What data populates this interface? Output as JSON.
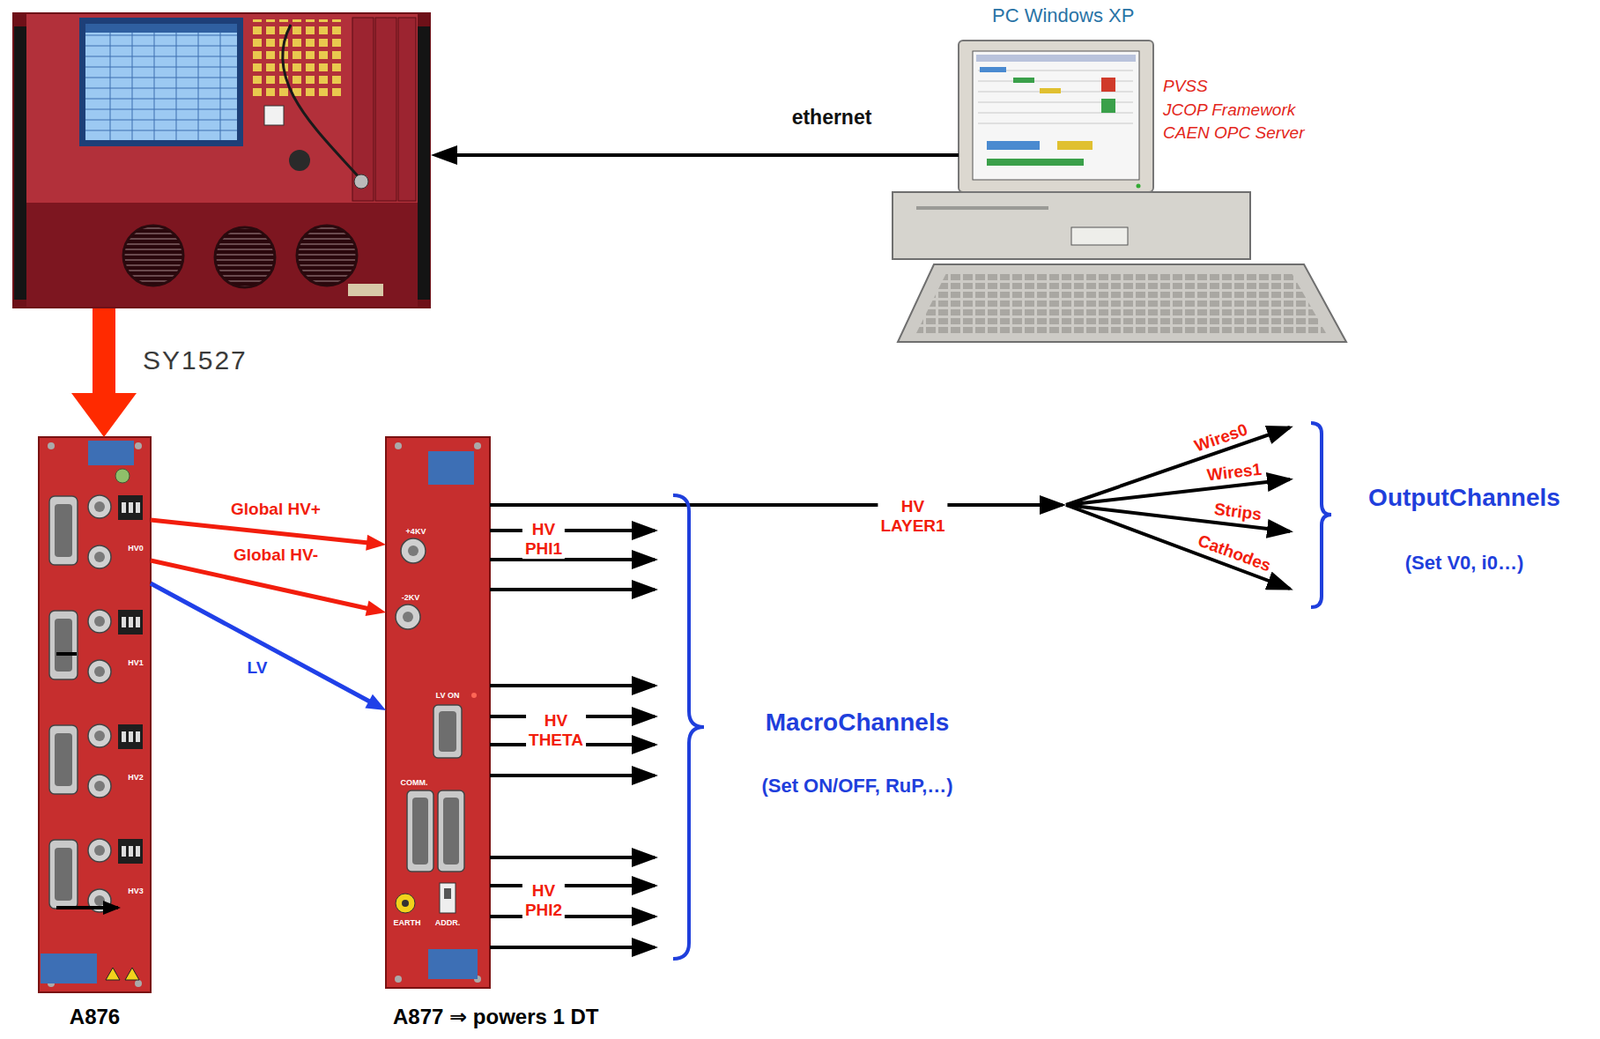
{
  "diagram": {
    "nodes": [
      {
        "text": [
          "SY1527"
        ]
      },
      {
        "text": [
          "PC Windows XP",
          "PVSS",
          "JCOP Framework",
          "CAEN OPC Server"
        ]
      },
      {
        "text": [
          "A876"
        ]
      },
      {
        "text": [
          "A877 ⇒ powers 1 DT"
        ]
      }
    ],
    "edges": [
      {
        "from": 1,
        "to": 0,
        "arrow": "to",
        "label": "ethernet"
      },
      {
        "from": 0,
        "to": 2,
        "arrow": "to"
      },
      {
        "from": 2,
        "to": 3,
        "arrow": "to",
        "label": "Global HV+"
      },
      {
        "from": 2,
        "to": 3,
        "arrow": "to",
        "label": "Global HV-"
      },
      {
        "from": 2,
        "to": 3,
        "arrow": "to",
        "label": "LV"
      }
    ],
    "labels": [
      "HV PHI1",
      "HV THETA",
      "HV PHI2",
      "HV LAYER1",
      "Wires0",
      "Wires1",
      "Strips",
      "Cathodes",
      "MacroChannels",
      "(Set ON/OFF, RuP,…)",
      "OutputChannels",
      "(Set V0, i0…)",
      "HV0",
      "HV1",
      "HV2",
      "HV3",
      "+4KV",
      "-2KV",
      "LV ON",
      "COMM.",
      "EARTH",
      "ADDR."
    ]
  }
}
